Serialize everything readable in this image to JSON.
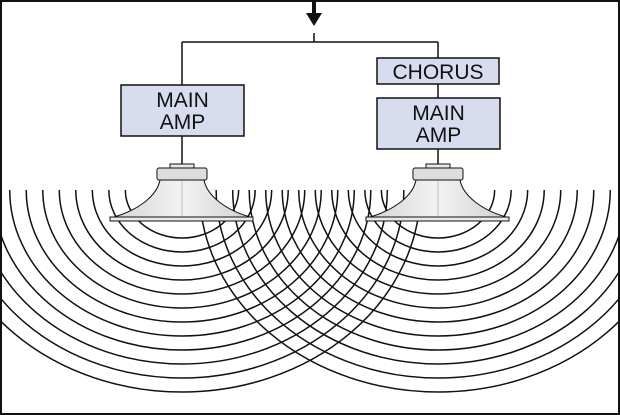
{
  "diagram": {
    "left_chain": {
      "amp_label_line1": "MAIN",
      "amp_label_line2": "AMP"
    },
    "right_chain": {
      "chorus_label": "CHORUS",
      "amp_label_line1": "MAIN",
      "amp_label_line2": "AMP"
    },
    "colors": {
      "box_fill": "#d8dcef",
      "line": "#111111",
      "speaker_fill": "#e4e6e4"
    }
  }
}
